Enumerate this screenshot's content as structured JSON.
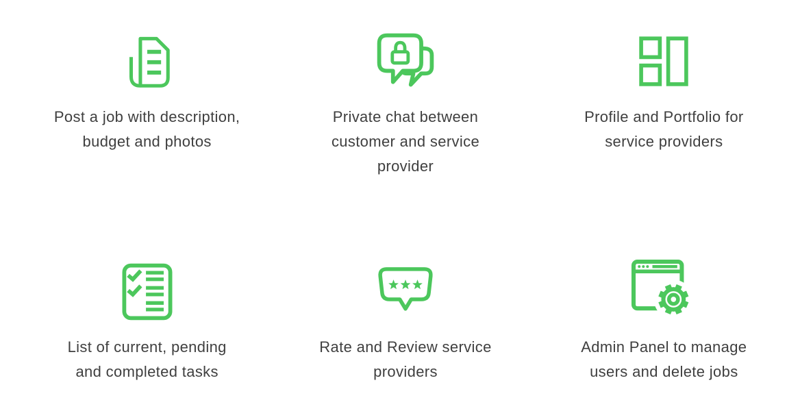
{
  "theme": {
    "background": "#ffffff",
    "accent_green": "#4cc75c",
    "text_color": "#3f3f3f"
  },
  "features": [
    {
      "icon": "post-job-document-icon",
      "lines": [
        "Post a job with description,",
        "budget and photos"
      ]
    },
    {
      "icon": "private-chat-lock-icon",
      "lines": [
        "Private chat between",
        "customer and service",
        "provider"
      ]
    },
    {
      "icon": "profile-portfolio-grid-icon",
      "lines": [
        "Profile and Portfolio for",
        "service providers"
      ]
    },
    {
      "icon": "task-list-checklist-icon",
      "lines": [
        "List of current, pending",
        "and completed tasks"
      ]
    },
    {
      "icon": "rate-review-stars-icon",
      "lines": [
        "Rate and Review service",
        "providers"
      ]
    },
    {
      "icon": "admin-panel-gear-icon",
      "lines": [
        "Admin Panel to manage",
        "users and delete jobs"
      ]
    }
  ]
}
